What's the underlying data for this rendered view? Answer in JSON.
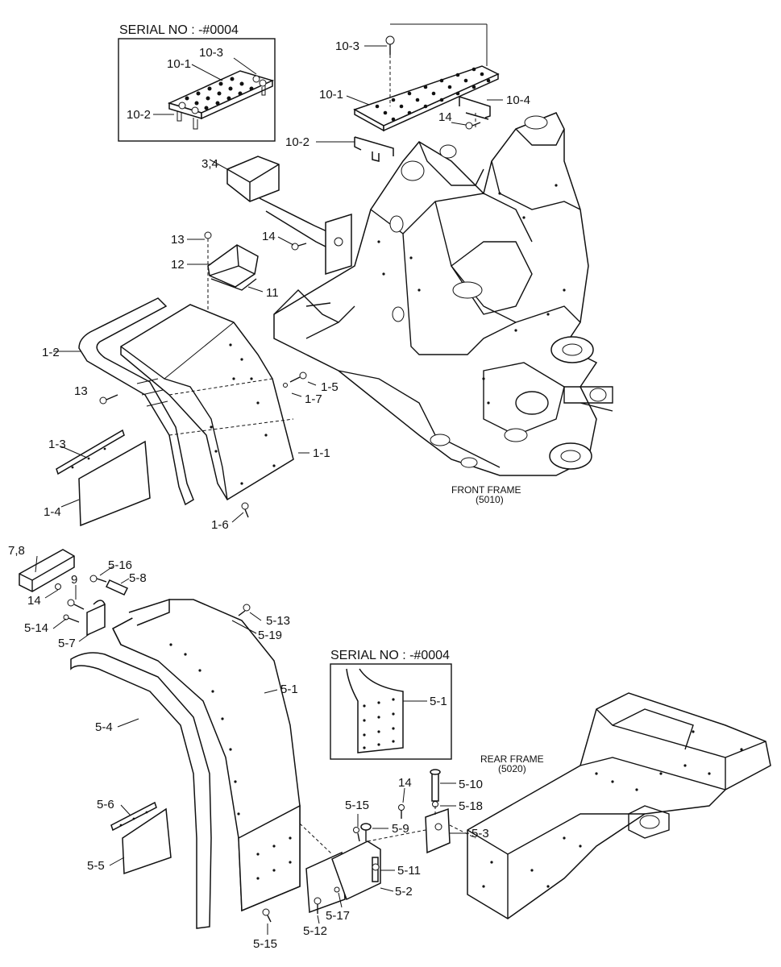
{
  "insets": {
    "top": {
      "title": "SERIAL NO : -#0004",
      "labels": [
        "10-3",
        "10-1",
        "10-2"
      ]
    },
    "bottom": {
      "title": "SERIAL NO : -#0004",
      "labels": [
        "5-1"
      ]
    }
  },
  "frames": {
    "front": {
      "name": "FRONT FRAME",
      "code": "(5010)"
    },
    "rear": {
      "name": "REAR FRAME",
      "code": "(5020)"
    }
  },
  "labels": {
    "p10_3": "10-3",
    "p10_1": "10-1",
    "p10_4": "10-4",
    "p14_a": "14",
    "p10_2": "10-2",
    "p3_4": "3,4",
    "p13_a": "13",
    "p14_b": "14",
    "p12": "12",
    "p11": "11",
    "p1_2": "1-2",
    "p13_b": "13",
    "p1_5": "1-5",
    "p1_7": "1-7",
    "p1_3": "1-3",
    "p1_1": "1-1",
    "p1_4": "1-4",
    "p1_6": "1-6",
    "p7_8": "7,8",
    "p14_c": "14",
    "p9": "9",
    "p5_16": "5-16",
    "p5_8": "5-8",
    "p5_14": "5-14",
    "p5_7": "5-7",
    "p5_13": "5-13",
    "p5_19": "5-19",
    "p5_1": "5-1",
    "p5_4": "5-4",
    "p5_6": "5-6",
    "p5_5": "5-5",
    "p14_d": "14",
    "p5_10": "5-10",
    "p5_18": "5-18",
    "p5_15_a": "5-15",
    "p5_9": "5-9",
    "p5_3": "5-3",
    "p5_11": "5-11",
    "p5_2": "5-2",
    "p5_17": "5-17",
    "p5_12": "5-12",
    "p5_15_b": "5-15"
  }
}
